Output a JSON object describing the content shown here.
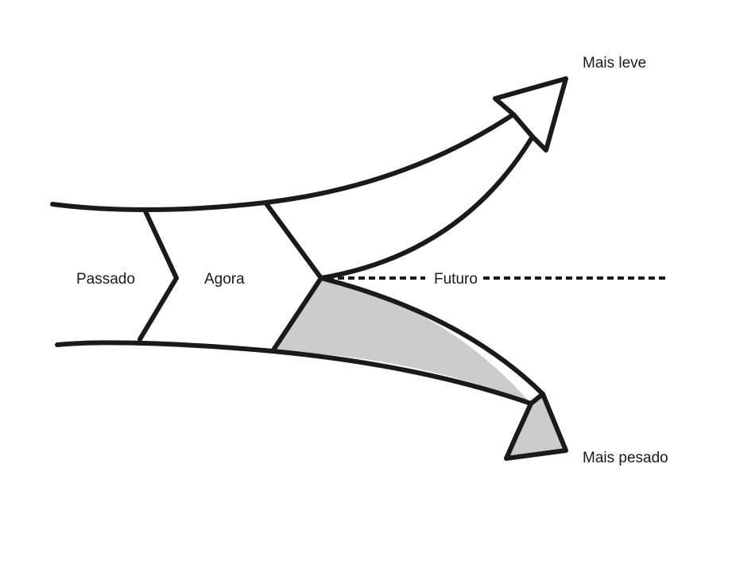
{
  "labels": {
    "past": "Passado",
    "now": "Agora",
    "future": "Futuro",
    "lighter": "Mais leve",
    "heavier": "Mais pesado"
  },
  "colors": {
    "ink": "#1a1a1a",
    "heavier_fill": "#cccccc",
    "background": "#ffffff"
  }
}
